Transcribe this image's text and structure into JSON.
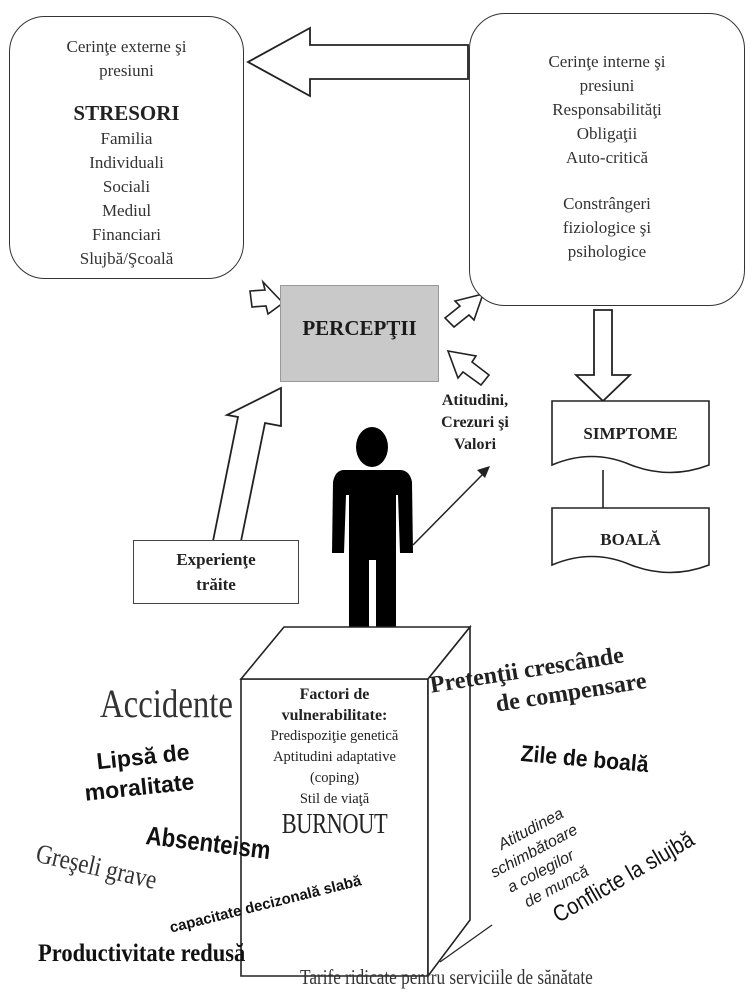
{
  "external_box": {
    "lines": [
      "Cerinţe externe şi",
      "presiuni"
    ],
    "heading": "STRESORI",
    "items": [
      "Familia",
      "Individuali",
      "Sociali",
      "Mediul",
      "Financiari",
      "Slujbă/Şcoală"
    ]
  },
  "internal_box": {
    "lines": [
      "Cerinţe interne şi",
      "presiuni",
      "Responsabilităţi",
      "Obligaţii",
      "Auto-critică"
    ],
    "lines2": [
      "Constrângeri",
      "fiziologice şi",
      "psihologice"
    ]
  },
  "perceptii": "PERCEPŢII",
  "attitudes": [
    "Atitudini,",
    "Crezuri şi",
    "Valori"
  ],
  "simptome": "SIMPTOME",
  "boala": "BOALĂ",
  "experiente": [
    "Experienţe",
    "trăite"
  ],
  "factors": {
    "heading": [
      "Factori de",
      "vulnerabilitate:"
    ],
    "items": [
      "Predispoziţie genetică",
      "Aptitudini adaptative",
      "(coping)",
      "Stil de viaţă"
    ],
    "burnout": "BURNOUT"
  },
  "consequences": {
    "accidente": "Accidente",
    "lipsa": [
      "Lipsă de",
      "moralitate"
    ],
    "absenteism": "Absenteism",
    "greseli": "Greşeli grave",
    "capacitate": "capacitate decizonală slabă",
    "productivitate": "Productivitate redusă",
    "tarife": "Tarife ridicate pentru serviciile de sănătate",
    "pretentii": [
      "Pretenţii crescânde",
      "de compensare"
    ],
    "zile": "Zile de boală",
    "atitudinea": [
      "Atitudinea",
      "schimbătoare",
      "a colegilor",
      "de muncă"
    ],
    "conflicte": "Conflicte la slujbă"
  },
  "colors": {
    "ink": "#1a1a1a",
    "perceptii_fill": "#c9c9c9",
    "border": "#333333"
  }
}
